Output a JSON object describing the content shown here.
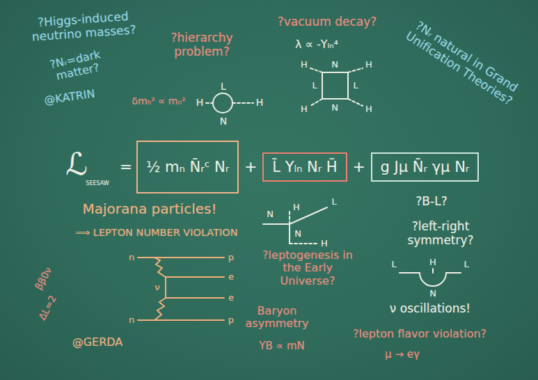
{
  "diagram": {
    "nodes": [
      {
        "text": [
          "½ mₙ N̄ᵣᶜ Nᵣ"
        ]
      },
      {
        "text": [
          "L̄ Yₗₙ Nᵣ H̃"
        ]
      },
      {
        "text": [
          "g Jμ N̄ᵣ γμ Nᵣ"
        ]
      }
    ],
    "labels": [
      "?Higgs-induced neutrino masses?",
      "?Nᵣ=dark matter?",
      "@KATRIN",
      "?hierarchy problem?",
      "δmₕ² ∝ mₙ²",
      "H",
      "L",
      "H",
      "N",
      "?vacuum decay?",
      "λ ∝ -Yₗₙ⁴",
      "N",
      "H",
      "H",
      "L",
      "L",
      "H",
      "N",
      "H",
      "?Nᵣ natural in Grand Unification Theories?",
      "ℒ",
      "SEESAW",
      "=",
      "+",
      "+",
      "Majorana particles!",
      "⟹ LEPTON NUMBER VIOLATION",
      "N",
      "H",
      "L",
      "N",
      "H",
      "?B-L?",
      "?left-right symmetry?",
      "?leptogenesis in the Early Universe?",
      "L",
      "H",
      "L",
      "N",
      "ν oscillations!",
      "Baryon asymmetry",
      "YB ∝ mN",
      "?lepton flavor violation?",
      "μ → eγ",
      "ββ0ν",
      "ΔL=2",
      "@GERDA",
      "n",
      "p",
      "ν",
      "e",
      "e",
      "n",
      "p"
    ]
  }
}
